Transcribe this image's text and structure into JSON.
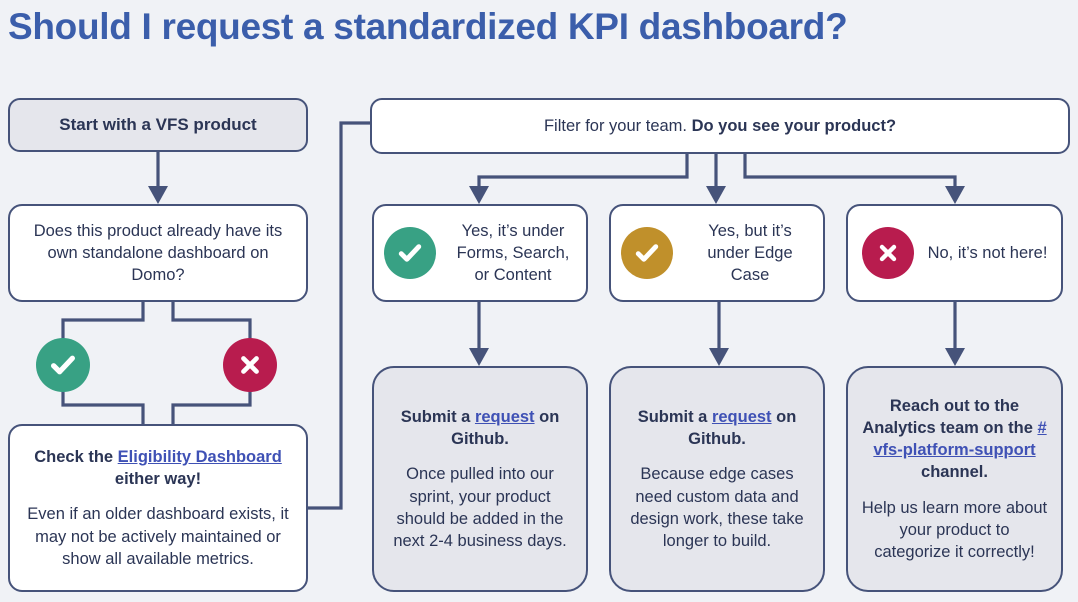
{
  "page": {
    "title": "Should I request a standardized KPI dashboard?",
    "background_color": "#F0F2F6",
    "title_color": "#3B5EAB"
  },
  "colors": {
    "border": "#46537A",
    "text": "#2B3555",
    "link": "#3F51B5",
    "green": "#38A184",
    "gold": "#C0902B",
    "crimson": "#B81C4E",
    "box_fill_white": "#FFFFFF",
    "box_fill_gray": "#E5E6EC"
  },
  "nodes": {
    "start": {
      "label": "Start with a VFS product"
    },
    "question": {
      "label": "Does this product already have its own standalone dashboard on Domo?"
    },
    "branch_yes": {
      "icon": "check-circle-icon",
      "color": "#38A184"
    },
    "branch_no": {
      "icon": "x-circle-icon",
      "color": "#B81C4E"
    },
    "eligibility": {
      "headline_before_link": "Check the ",
      "link_text": "Eligibility Dashboard",
      "headline_after_link": " either way!",
      "body": "Even if an older dashboard exists, it may not be actively maintained or show all available metrics."
    },
    "filter": {
      "text_regular": "Filter for your team. ",
      "text_bold": "Do you see your product?"
    },
    "options": [
      {
        "icon": "check-circle-icon",
        "icon_color": "#38A184",
        "label": "Yes, it’s under Forms, Search, or Content"
      },
      {
        "icon": "check-circle-icon",
        "icon_color": "#C0902B",
        "label": "Yes, but it’s under Edge Case"
      },
      {
        "icon": "x-circle-icon",
        "icon_color": "#B81C4E",
        "label": "No, it’s not here!"
      }
    ],
    "results": [
      {
        "headline_before_link": "Submit a ",
        "link_text": "request",
        "headline_after_link": " on Github.",
        "body": "Once pulled into our sprint, your product should be added in the next 2-4 business days."
      },
      {
        "headline_before_link": "Submit a ",
        "link_text": "request",
        "headline_after_link": " on Github.",
        "body": "Because edge cases need custom data and design work, these take longer to build."
      },
      {
        "headline_before_link": "Reach out to the Analytics team on the ",
        "link_text": "#vfs-platform-support",
        "headline_after_link": " channel.",
        "body": "Help us  learn more about your product to categorize it correctly!"
      }
    ]
  }
}
